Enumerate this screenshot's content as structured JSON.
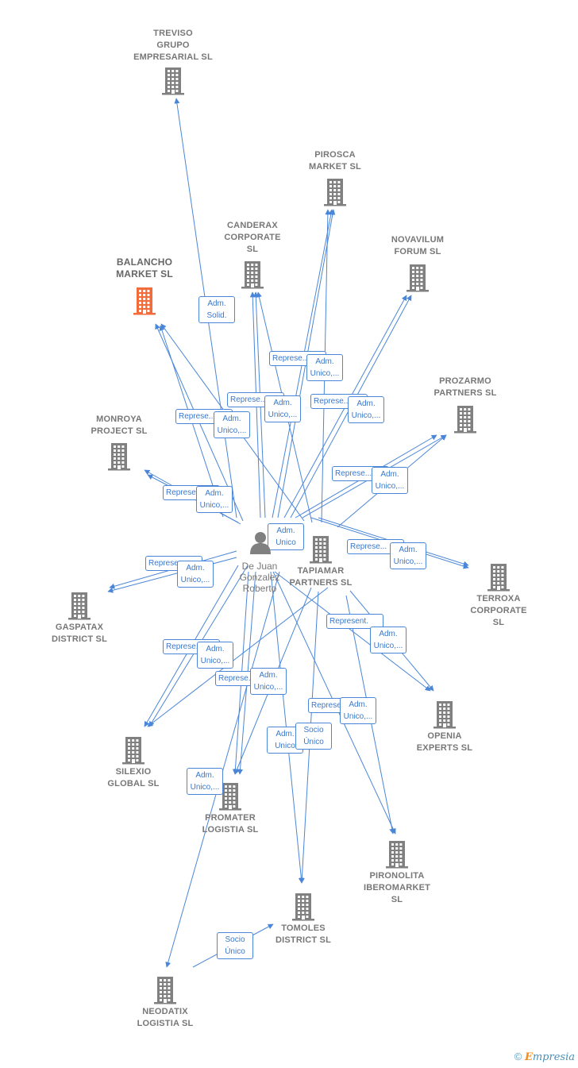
{
  "colors": {
    "edge": "#4a86d8",
    "node": "#808080",
    "highlight": "#f26b3a",
    "label": "#777777"
  },
  "person": {
    "name_line1": "De Juan",
    "name_line2": "Gonzalez",
    "name_line3": "Roberto",
    "icon": "person-icon"
  },
  "companies": [
    {
      "id": "treviso",
      "lines": [
        "TREVISO",
        "GRUPO",
        "EMPRESARIAL SL"
      ]
    },
    {
      "id": "pirosca",
      "lines": [
        "PIROSCA",
        "MARKET  SL"
      ]
    },
    {
      "id": "canderax",
      "lines": [
        "CANDERAX",
        "CORPORATE",
        "SL"
      ]
    },
    {
      "id": "novavilum",
      "lines": [
        "NOVAVILUM",
        "FORUM  SL"
      ]
    },
    {
      "id": "balancho",
      "lines": [
        "BALANCHO",
        "MARKET  SL"
      ],
      "highlight": true
    },
    {
      "id": "prozarmo",
      "lines": [
        "PROZARMO",
        "PARTNERS  SL"
      ]
    },
    {
      "id": "monroya",
      "lines": [
        "MONROYA",
        "PROJECT  SL"
      ]
    },
    {
      "id": "tapiamar",
      "lines": [
        "TAPIAMAR",
        "PARTNERS  SL"
      ]
    },
    {
      "id": "terroxa",
      "lines": [
        "TERROXA",
        "CORPORATE",
        "SL"
      ]
    },
    {
      "id": "gaspatax",
      "lines": [
        "GASPATAX",
        "DISTRICT  SL"
      ]
    },
    {
      "id": "openia",
      "lines": [
        "OPENIA",
        "EXPERTS  SL"
      ]
    },
    {
      "id": "silexio",
      "lines": [
        "SILEXIO",
        "GLOBAL  SL"
      ]
    },
    {
      "id": "promater",
      "lines": [
        "PROMATER",
        "LOGISTIA  SL"
      ]
    },
    {
      "id": "pironolita",
      "lines": [
        "PIRONOLITA",
        "IBEROMARKET",
        "SL"
      ]
    },
    {
      "id": "tomoles",
      "lines": [
        "TOMOLES",
        "DISTRICT  SL"
      ]
    },
    {
      "id": "neodatix",
      "lines": [
        "NEODATIX",
        "LOGISTIA  SL"
      ]
    }
  ],
  "edge_labels": [
    {
      "id": "e1",
      "lines": [
        "Adm.",
        "Solid."
      ]
    },
    {
      "id": "e2",
      "lines": [
        "Represe..."
      ]
    },
    {
      "id": "e3",
      "lines": [
        "Adm.",
        "Unico,..."
      ]
    },
    {
      "id": "e4",
      "lines": [
        "Represe..."
      ]
    },
    {
      "id": "e5",
      "lines": [
        "Adm.",
        "Unico,..."
      ]
    },
    {
      "id": "e6",
      "lines": [
        "Represe..."
      ]
    },
    {
      "id": "e7",
      "lines": [
        "Adm.",
        "Unico,..."
      ]
    },
    {
      "id": "e8",
      "lines": [
        "Represe..."
      ]
    },
    {
      "id": "e9",
      "lines": [
        "Adm.",
        "Unico,..."
      ]
    },
    {
      "id": "e10",
      "lines": [
        "Represe..."
      ]
    },
    {
      "id": "e11",
      "lines": [
        "Adm.",
        "Unico,..."
      ]
    },
    {
      "id": "e12",
      "lines": [
        "Represe..."
      ]
    },
    {
      "id": "e13",
      "lines": [
        "Adm.",
        "Unico,..."
      ]
    },
    {
      "id": "e14",
      "lines": [
        "Adm.",
        "Unico"
      ]
    },
    {
      "id": "e15",
      "lines": [
        "Represe..."
      ]
    },
    {
      "id": "e16",
      "lines": [
        "Adm.",
        "Unico,..."
      ]
    },
    {
      "id": "e17",
      "lines": [
        "Represe..."
      ]
    },
    {
      "id": "e18",
      "lines": [
        "Adm.",
        "Unico,..."
      ]
    },
    {
      "id": "e19",
      "lines": [
        "Represent."
      ]
    },
    {
      "id": "e20",
      "lines": [
        "Adm.",
        "Unico,..."
      ]
    },
    {
      "id": "e21",
      "lines": [
        "Represe..."
      ]
    },
    {
      "id": "e22",
      "lines": [
        "Adm.",
        "Unico,..."
      ]
    },
    {
      "id": "e23",
      "lines": [
        "Represe..."
      ]
    },
    {
      "id": "e24",
      "lines": [
        "Adm.",
        "Unico,..."
      ]
    },
    {
      "id": "e25",
      "lines": [
        "Represe..."
      ]
    },
    {
      "id": "e26",
      "lines": [
        "Adm.",
        "Unico,..."
      ]
    },
    {
      "id": "e27",
      "lines": [
        "Adm.",
        "Unico"
      ]
    },
    {
      "id": "e28",
      "lines": [
        "Socio",
        "Único"
      ]
    },
    {
      "id": "e29",
      "lines": [
        "Adm.",
        "Unico,..."
      ]
    },
    {
      "id": "e30",
      "lines": [
        "Socio",
        "Único"
      ]
    }
  ],
  "footer": {
    "copyright": "©",
    "brand_first": "E",
    "brand_rest": "mpresia"
  }
}
